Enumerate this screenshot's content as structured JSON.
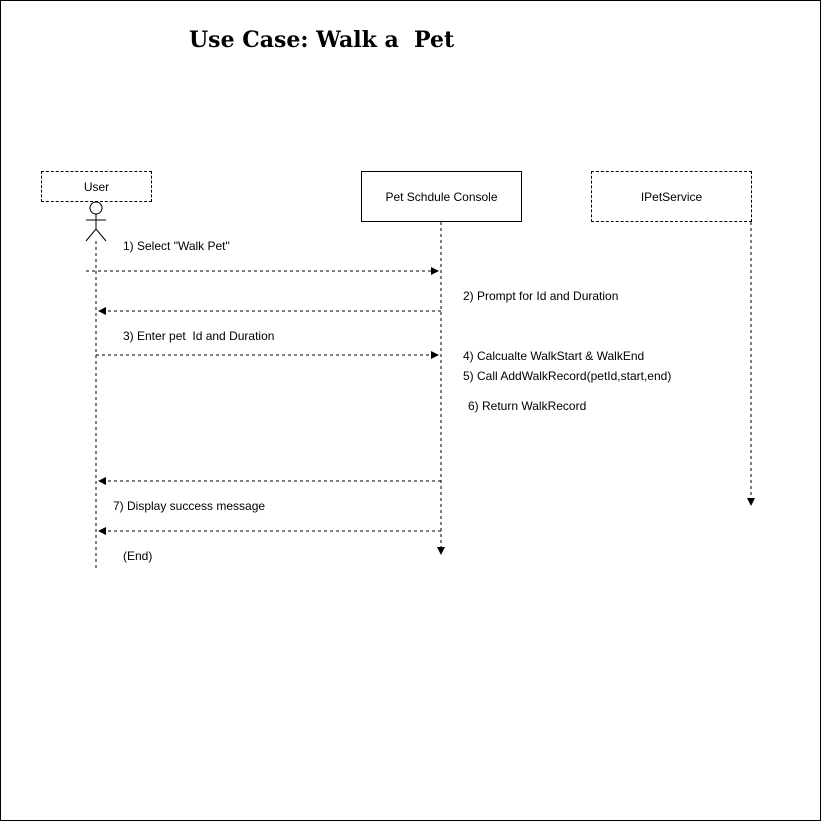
{
  "title": "Use Case: Walk a  Pet",
  "participants": {
    "user": "User",
    "console": "Pet Schdule Console",
    "service": "IPetService"
  },
  "messages": {
    "m1": "1) Select \"Walk Pet\"",
    "m2": "2) Prompt for Id and Duration",
    "m3": "3) Enter pet  Id and Duration",
    "m4": "4) Calcualte WalkStart & WalkEnd",
    "m5": "5) Call AddWalkRecord(petId,start,end)",
    "m6": "6) Return WalkRecord",
    "m7": "7) Display success message",
    "end": "(End)"
  }
}
